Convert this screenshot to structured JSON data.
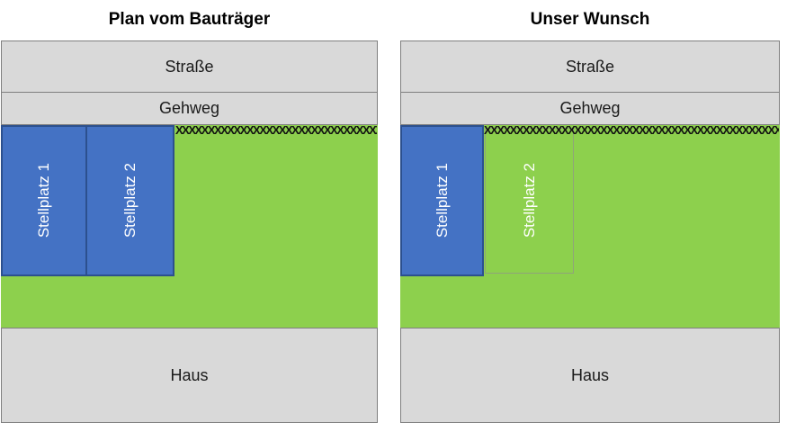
{
  "colors": {
    "grass": "#8DD04D",
    "parkfill": "#4472C4",
    "parkborder": "#2C508E",
    "surface": "#D9D9D9",
    "surfborder": "#7F7F7F",
    "outlineborder": "#8FA37A",
    "fence": "#111111"
  },
  "left_panel": {
    "title": "Plan vom Bauträger",
    "street_label": "Straße",
    "sidewalk_label": "Gehweg",
    "house_label": "Haus",
    "parking1_label": "Stellplatz 1",
    "parking2_label": "Stellplatz 2",
    "fence": "XXXXXXXXXXXXXXXXXXXXXXXXXXXXXXXXXXXXXXXXXXXXXXXX"
  },
  "right_panel": {
    "title": "Unser Wunsch",
    "street_label": "Straße",
    "sidewalk_label": "Gehweg",
    "house_label": "Haus",
    "parking1_label": "Stellplatz 1",
    "parking2_label": "Stellplatz 2",
    "fence": "XXXXXXXXXXXXXXXXXXXXXXXXXXXXXXXXXXXXXXXXXXXXXXXXXXXXXXXXXXXX"
  }
}
